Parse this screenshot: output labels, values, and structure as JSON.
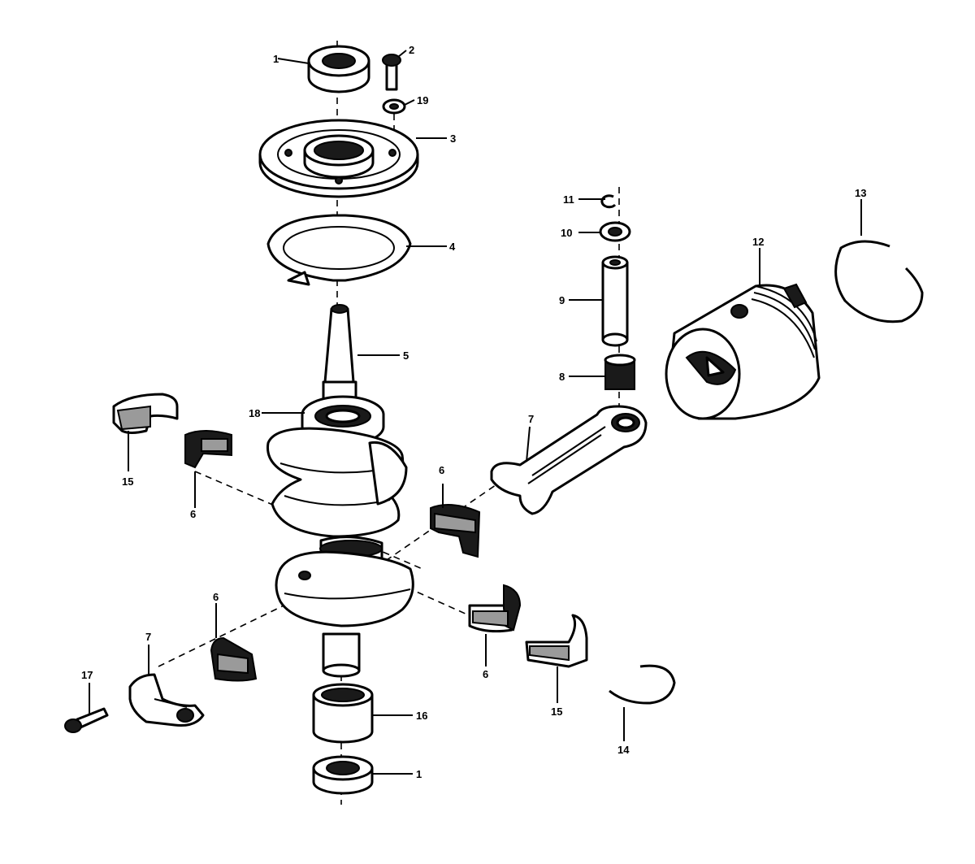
{
  "labels": [
    {
      "id": "p1-top",
      "text": "1"
    },
    {
      "id": "p2",
      "text": "2"
    },
    {
      "id": "p19",
      "text": "19"
    },
    {
      "id": "p3",
      "text": "3"
    },
    {
      "id": "p4",
      "text": "4"
    },
    {
      "id": "p5",
      "text": "5"
    },
    {
      "id": "p18",
      "text": "18"
    },
    {
      "id": "p15-left",
      "text": "15"
    },
    {
      "id": "p6-left",
      "text": "6"
    },
    {
      "id": "p11",
      "text": "11"
    },
    {
      "id": "p10",
      "text": "10"
    },
    {
      "id": "p9",
      "text": "9"
    },
    {
      "id": "p8",
      "text": "8"
    },
    {
      "id": "p7-rod",
      "text": "7"
    },
    {
      "id": "p6-mid",
      "text": "6"
    },
    {
      "id": "p12",
      "text": "12"
    },
    {
      "id": "p13",
      "text": "13"
    },
    {
      "id": "p6-lower-left",
      "text": "6"
    },
    {
      "id": "p7-cap",
      "text": "7"
    },
    {
      "id": "p17",
      "text": "17"
    },
    {
      "id": "p16",
      "text": "16"
    },
    {
      "id": "p1-bottom",
      "text": "1"
    },
    {
      "id": "p6-lower-right",
      "text": "6"
    },
    {
      "id": "p15-right",
      "text": "15"
    },
    {
      "id": "p14",
      "text": "14"
    }
  ]
}
